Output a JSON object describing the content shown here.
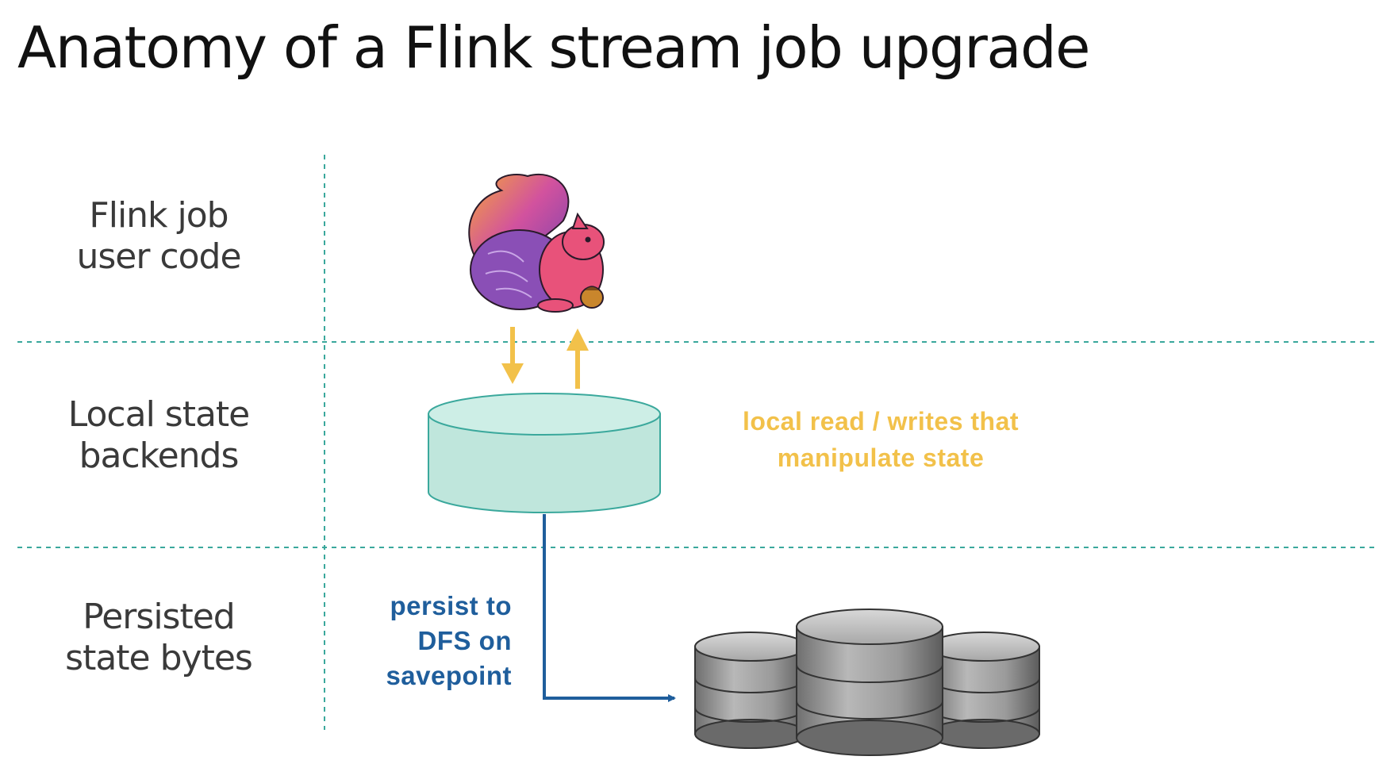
{
  "title": "Anatomy of a Flink stream job upgrade",
  "rows": [
    {
      "line1": "Flink job",
      "line2": "user code"
    },
    {
      "line1": "Local state",
      "line2": "backends"
    },
    {
      "line1": "Persisted",
      "line2": "state bytes"
    }
  ],
  "annotations": {
    "local_rw": {
      "line1": "local read / writes that",
      "line2": "manipulate state"
    },
    "persist": {
      "line1": "persist to",
      "line2": "DFS on",
      "line3": "savepoint"
    }
  },
  "colors": {
    "divider": "#3aa89c",
    "rw_arrows": "#f2c14a",
    "persist_arrow": "#1f5e9c",
    "state_cylinder": "#bfe6dc",
    "storage": "#9a9a9a"
  },
  "icons": {
    "job": "flink-squirrel-icon",
    "local_state": "cylinder-icon",
    "persisted_state": "database-stack-icon"
  }
}
